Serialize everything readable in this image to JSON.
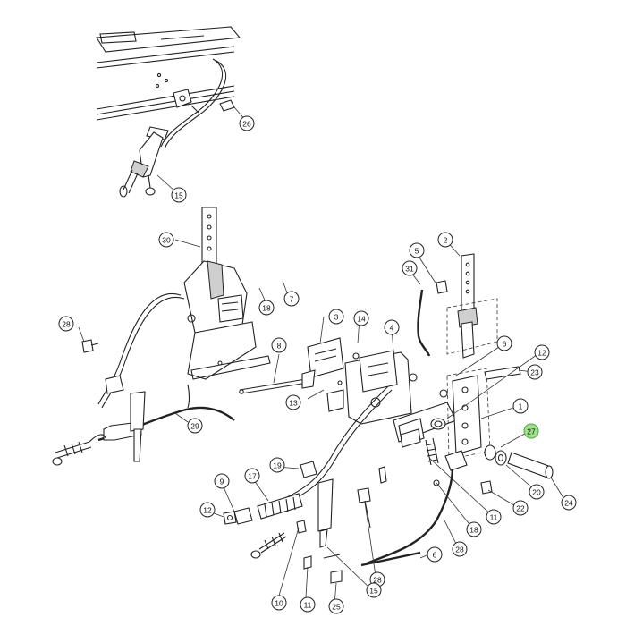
{
  "diagram": {
    "callouts": [
      "26",
      "15",
      "30",
      "18",
      "7",
      "28",
      "3",
      "14",
      "4",
      "13",
      "8",
      "29",
      "2",
      "5",
      "31",
      "6",
      "12",
      "23",
      "1",
      "27",
      "9",
      "17",
      "19",
      "12",
      "10",
      "11",
      "25",
      "28",
      "15",
      "6",
      "18",
      "11",
      "28",
      "22",
      "20",
      "24"
    ],
    "highlighted_callout": "27",
    "highlight_color": "#9fe08a"
  }
}
